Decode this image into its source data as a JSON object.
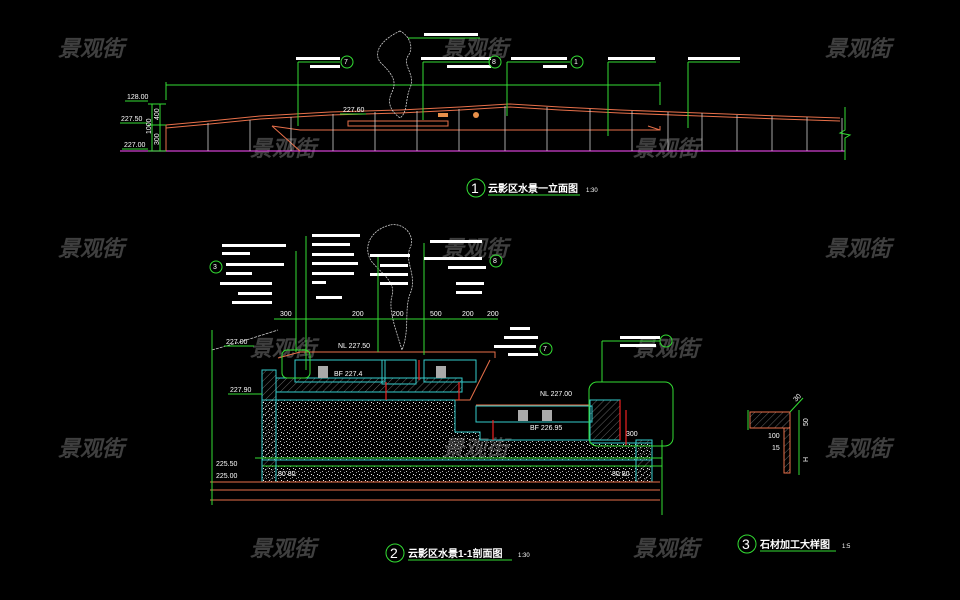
{
  "watermark": "景观街",
  "drawing1": {
    "number": "1",
    "title": "云影区水景一立面图",
    "scale": "1:30",
    "elevations": [
      "128.00",
      "227.50",
      "227.00",
      "227.60"
    ],
    "dims": [
      "400",
      "1000",
      "300"
    ],
    "callouts": [
      "7",
      "8",
      "1"
    ]
  },
  "drawing2": {
    "number": "2",
    "title": "云影区水景1-1剖面图",
    "scale": "1:30",
    "elevations": [
      "227.00",
      "227.90",
      "225.50",
      "225.00",
      "NL 227.50",
      "BF 227.4",
      "NL 227.00",
      "BF 226.95"
    ],
    "dims": [
      "300",
      "200",
      "200",
      "500",
      "200",
      "200",
      "300",
      "80 80",
      "80 80"
    ],
    "callouts": [
      "3",
      "7",
      "8"
    ]
  },
  "drawing3": {
    "number": "3",
    "title": "石材加工大样图",
    "scale": "1:5",
    "dims": [
      "30",
      "50",
      "100",
      "15",
      "H"
    ]
  },
  "colors": {
    "background": "#000000",
    "green": "#33dd33",
    "orange": "#e8704a",
    "magenta": "#d040d0",
    "cyan": "#33cccc",
    "red": "#ee2222"
  }
}
